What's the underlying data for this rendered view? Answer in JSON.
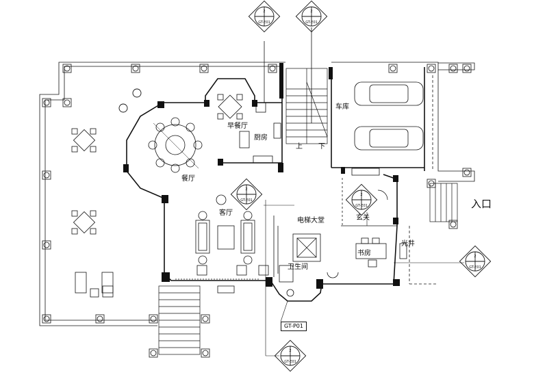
{
  "rooms": {
    "garage": "车库",
    "breakfast": "早餐厅",
    "kitchen": "厨房",
    "up": "上",
    "down": "下",
    "dining": "餐厅",
    "living": "客厅",
    "foyer": "玄关",
    "elevator_hall": "电梯大堂",
    "study": "书房",
    "lightwell": "光井",
    "wc": "卫生间",
    "entrance": "入口"
  },
  "tag_label": "GT-P01",
  "sheet_marks": {
    "number": "2",
    "sheet": "GT-E01"
  },
  "colors": {
    "line": "#111111",
    "wall": "#111111",
    "background": "#ffffff"
  }
}
